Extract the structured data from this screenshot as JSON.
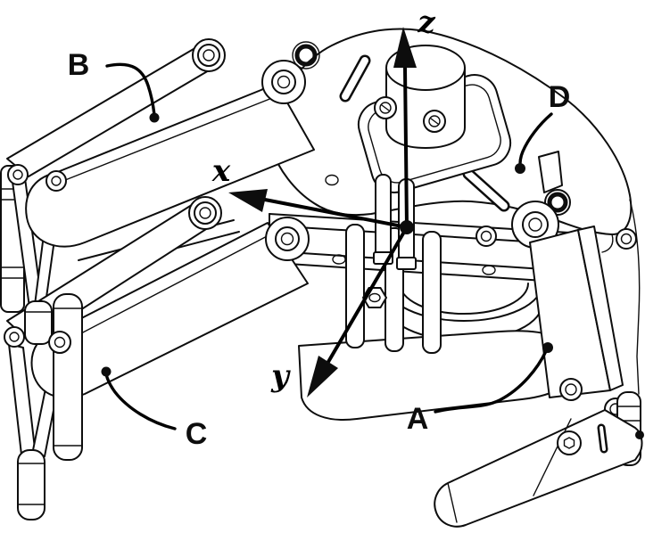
{
  "figure": {
    "type": "technical-line-drawing",
    "subject": "Isometric CAD line drawing of a multi-finger robotic gripper mechanism with labeled links and body coordinate frame",
    "background_color": "#ffffff",
    "line_color": "#0d0d0d",
    "part_labels": [
      {
        "id": "A",
        "text": "A",
        "target": "right finger link"
      },
      {
        "id": "B",
        "text": "B",
        "target": "upper-left finger link"
      },
      {
        "id": "C",
        "text": "C",
        "target": "lower-left finger link"
      },
      {
        "id": "D",
        "text": "D",
        "target": "top palm plate"
      }
    ],
    "axes": [
      {
        "id": "x",
        "text": "x",
        "direction": "upper-left"
      },
      {
        "id": "y",
        "text": "y",
        "direction": "lower-left"
      },
      {
        "id": "z",
        "text": "z",
        "direction": "up"
      }
    ]
  }
}
